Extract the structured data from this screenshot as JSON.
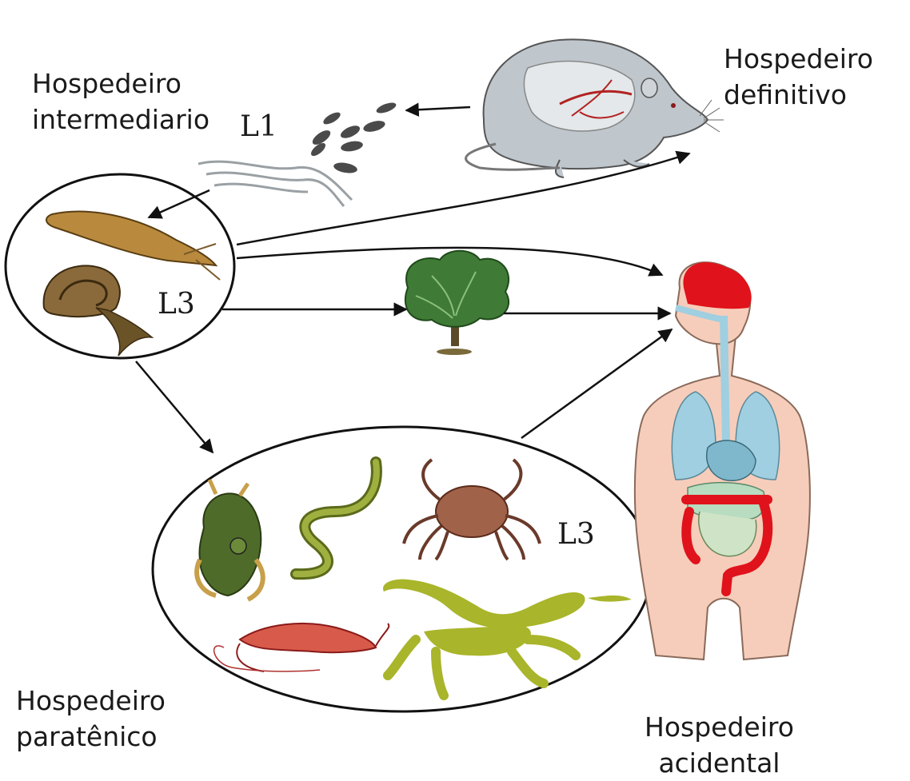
{
  "labels": {
    "intermediate_host_line1": "Hospedeiro",
    "intermediate_host_line2": "intermediario",
    "definitive_host_line1": "Hospedeiro",
    "definitive_host_line2": "definitivo",
    "paratenic_host_line1": "Hospedeiro",
    "paratenic_host_line2": "paratênico",
    "accidental_host_line1": "Hospedeiro",
    "accidental_host_line2": "acidental"
  },
  "stages": {
    "larva_l1": "L1",
    "larva_l3_snail": "L3",
    "larva_l3_paratenic": "L3"
  },
  "icons": [
    "rat-icon",
    "slug-icon",
    "snail-icon",
    "lettuce-icon",
    "human-icon",
    "frog-icon",
    "worm-icon",
    "crab-icon",
    "shrimp-icon",
    "lizard-icon",
    "larvae-icon"
  ],
  "colors": {
    "brain": "#e0121b",
    "intestine": "#e0121b",
    "organs": "#9fcfe0",
    "skin": "#f6cdbb",
    "rat": "#bfc6cc",
    "lettuce": "#3f7a36",
    "lizard": "#a9b52a",
    "arrow": "#111111"
  }
}
